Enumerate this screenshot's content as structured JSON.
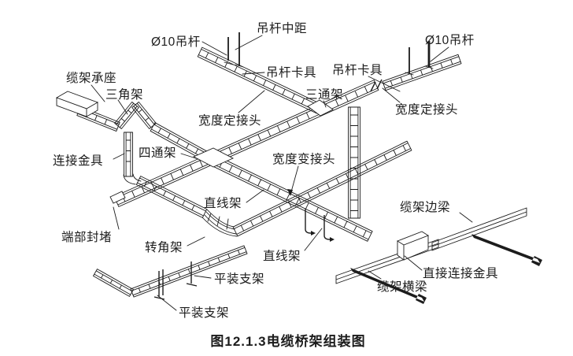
{
  "figure": {
    "caption": "图12.1.3电缆桥架组装图",
    "ink_color": "#1c1c1c",
    "background_color": "#ffffff"
  },
  "labels": {
    "phi10_left": "Ø10吊杆",
    "phi10_right": "Ø10吊杆",
    "hanger_spacing": "吊杆中距",
    "hanger_clamp_left": "吊杆卡具",
    "hanger_clamp_right": "吊杆卡具",
    "tray_seat": "缆架承座",
    "triangle_bracket": "三角架",
    "width_fixed_left": "宽度定接头",
    "width_fixed_right": "宽度定接头",
    "tee_frame": "三通架",
    "connecting_fitting": "连接金具",
    "four_way_frame": "四通架",
    "width_change_joint": "宽度变接头",
    "straight_frame_upper": "直线架",
    "straight_frame_lower": "直线架",
    "end_cap": "端部封堵",
    "corner_frame": "转角架",
    "flat_bracket_upper": "平装支架",
    "flat_bracket_lower": "平装支架",
    "side_beam": "缆架边梁",
    "direct_connecting_fitting": "直接连接金具",
    "cross_beam": "缆架横梁"
  }
}
